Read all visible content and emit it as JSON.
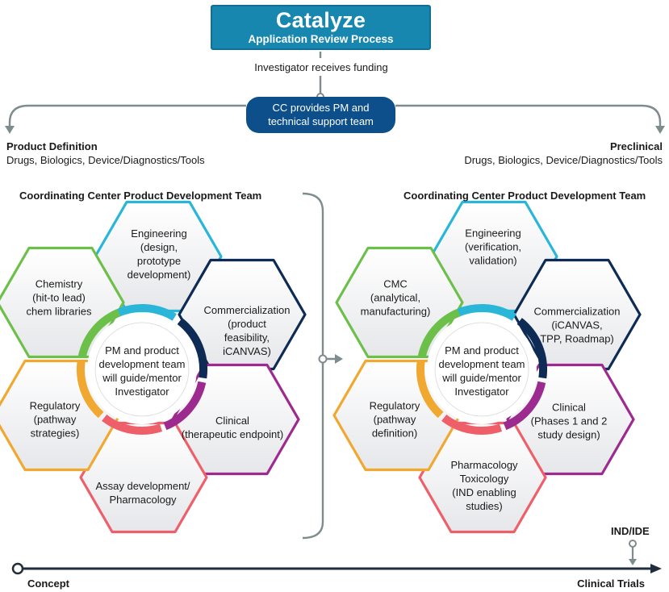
{
  "header": {
    "title": "Catalyze",
    "subtitle": "Application Review Process"
  },
  "funding_text": "Investigator receives funding",
  "cc_pill": {
    "line1": "CC provides PM and",
    "line2": "technical support team"
  },
  "left_branch": {
    "title": "Product Definition",
    "subtitle": "Drugs, Biologics, Device/Diagnostics/Tools"
  },
  "right_branch": {
    "title": "Preclinical",
    "subtitle": "Drugs, Biologics, Device/Diagnostics/Tools"
  },
  "left_cluster": {
    "team_title": "Coordinating Center Product Development Team",
    "center": [
      "PM and product",
      "development team",
      "will guide/mentor",
      "Investigator"
    ],
    "engineering": [
      "Engineering",
      "(design,",
      "prototype",
      "development)"
    ],
    "chemistry": [
      "Chemistry",
      "(hit-to lead)",
      "chem libraries"
    ],
    "commercialization": [
      "Commercialization",
      "(product",
      "feasibility,",
      "iCANVAS)"
    ],
    "regulatory": [
      "Regulatory",
      "(pathway",
      "strategies)"
    ],
    "clinical": [
      "Clinical",
      "(therapeutic endpoint)"
    ],
    "assay": [
      "Assay development/",
      "Pharmacology"
    ]
  },
  "right_cluster": {
    "team_title": "Coordinating Center Product Development Team",
    "center": [
      "PM and product",
      "development team",
      "will guide/mentor",
      "Investigator"
    ],
    "engineering": [
      "Engineering",
      "(verification,",
      "validation)"
    ],
    "cmc": [
      "CMC",
      "(analytical,",
      "manufacturing)"
    ],
    "commercialization": [
      "Commercialization",
      "(iCANVAS,",
      "TPP, Roadmap)"
    ],
    "regulatory": [
      "Regulatory",
      "(pathway",
      "definition)"
    ],
    "clinical": [
      "Clinical",
      "(Phases 1 and 2",
      "study design)"
    ],
    "pharmacology": [
      "Pharmacology",
      "Toxicology",
      "(IND enabling",
      "studies)"
    ]
  },
  "timeline": {
    "start": "Concept",
    "end": "Clinical Trials",
    "milestone": "IND/IDE"
  },
  "colors": {
    "teal": "#29b6d8",
    "navy": "#0d2b55",
    "green": "#6cc04a",
    "orange": "#f0a830",
    "pink": "#ef5f6a",
    "purple": "#9c2a8f",
    "title_blue": "#1787b0",
    "pill_blue": "#0c4f8a",
    "connector_gray": "#7f8c8d",
    "timeline_dark": "#1f2d3d"
  }
}
